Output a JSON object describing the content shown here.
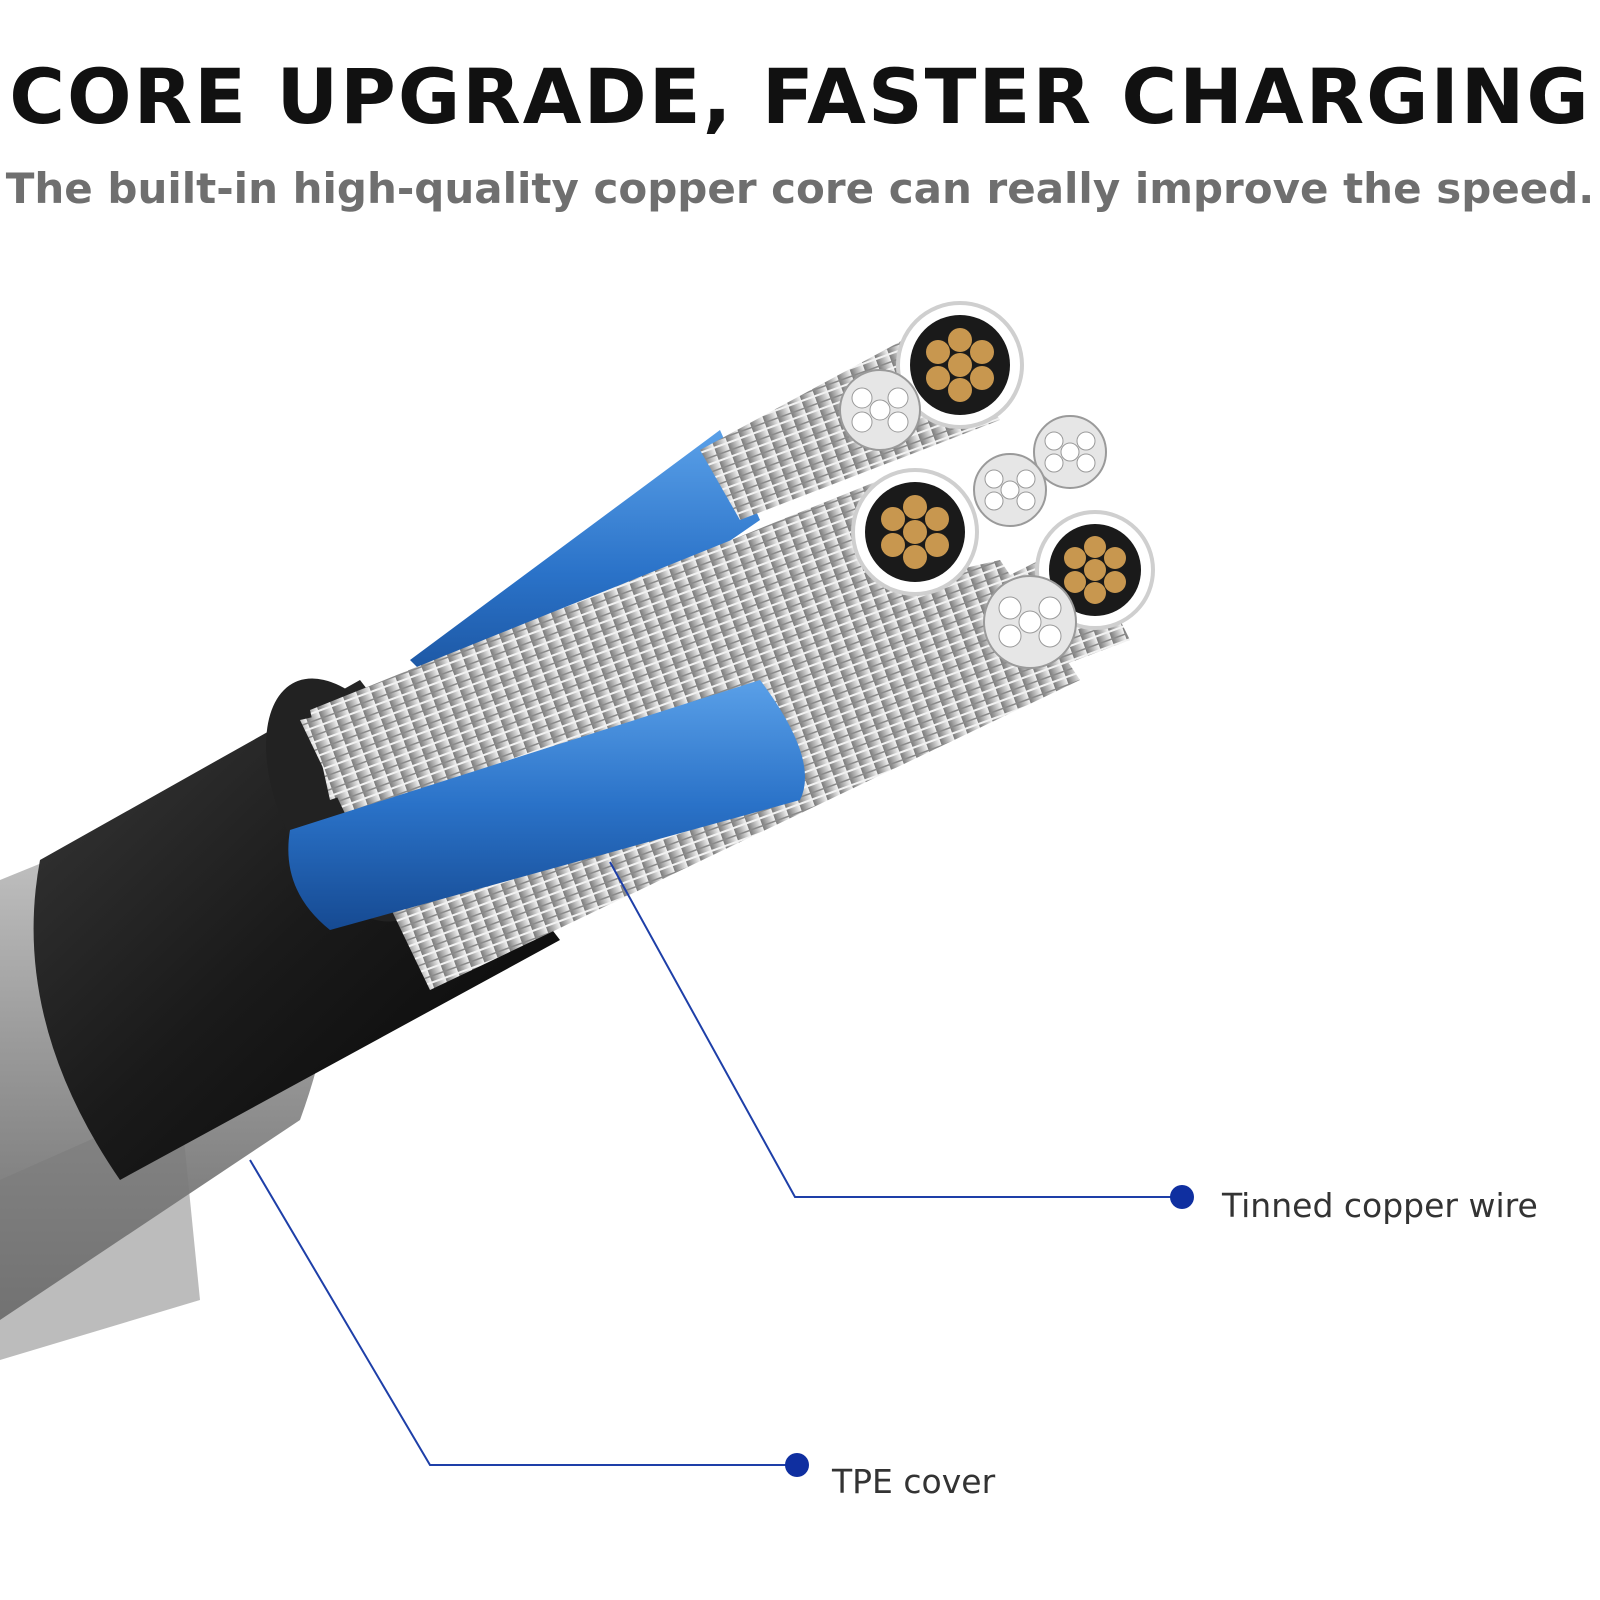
{
  "header": {
    "title": "CORE UPGRADE, FASTER CHARGING",
    "subtitle": "The built-in high-quality copper core can really improve the speed."
  },
  "callouts": [
    {
      "label": "Tinned copper wire"
    },
    {
      "label": "TPE cover"
    }
  ],
  "colors": {
    "callout_line": "#1e3fa8",
    "callout_dot": "#0f2fa0",
    "jacket": "#1a1a1a",
    "insulation_blue": "#2a72c8",
    "copper": "#c8974f",
    "tin_strand": "#e6e6e6"
  }
}
